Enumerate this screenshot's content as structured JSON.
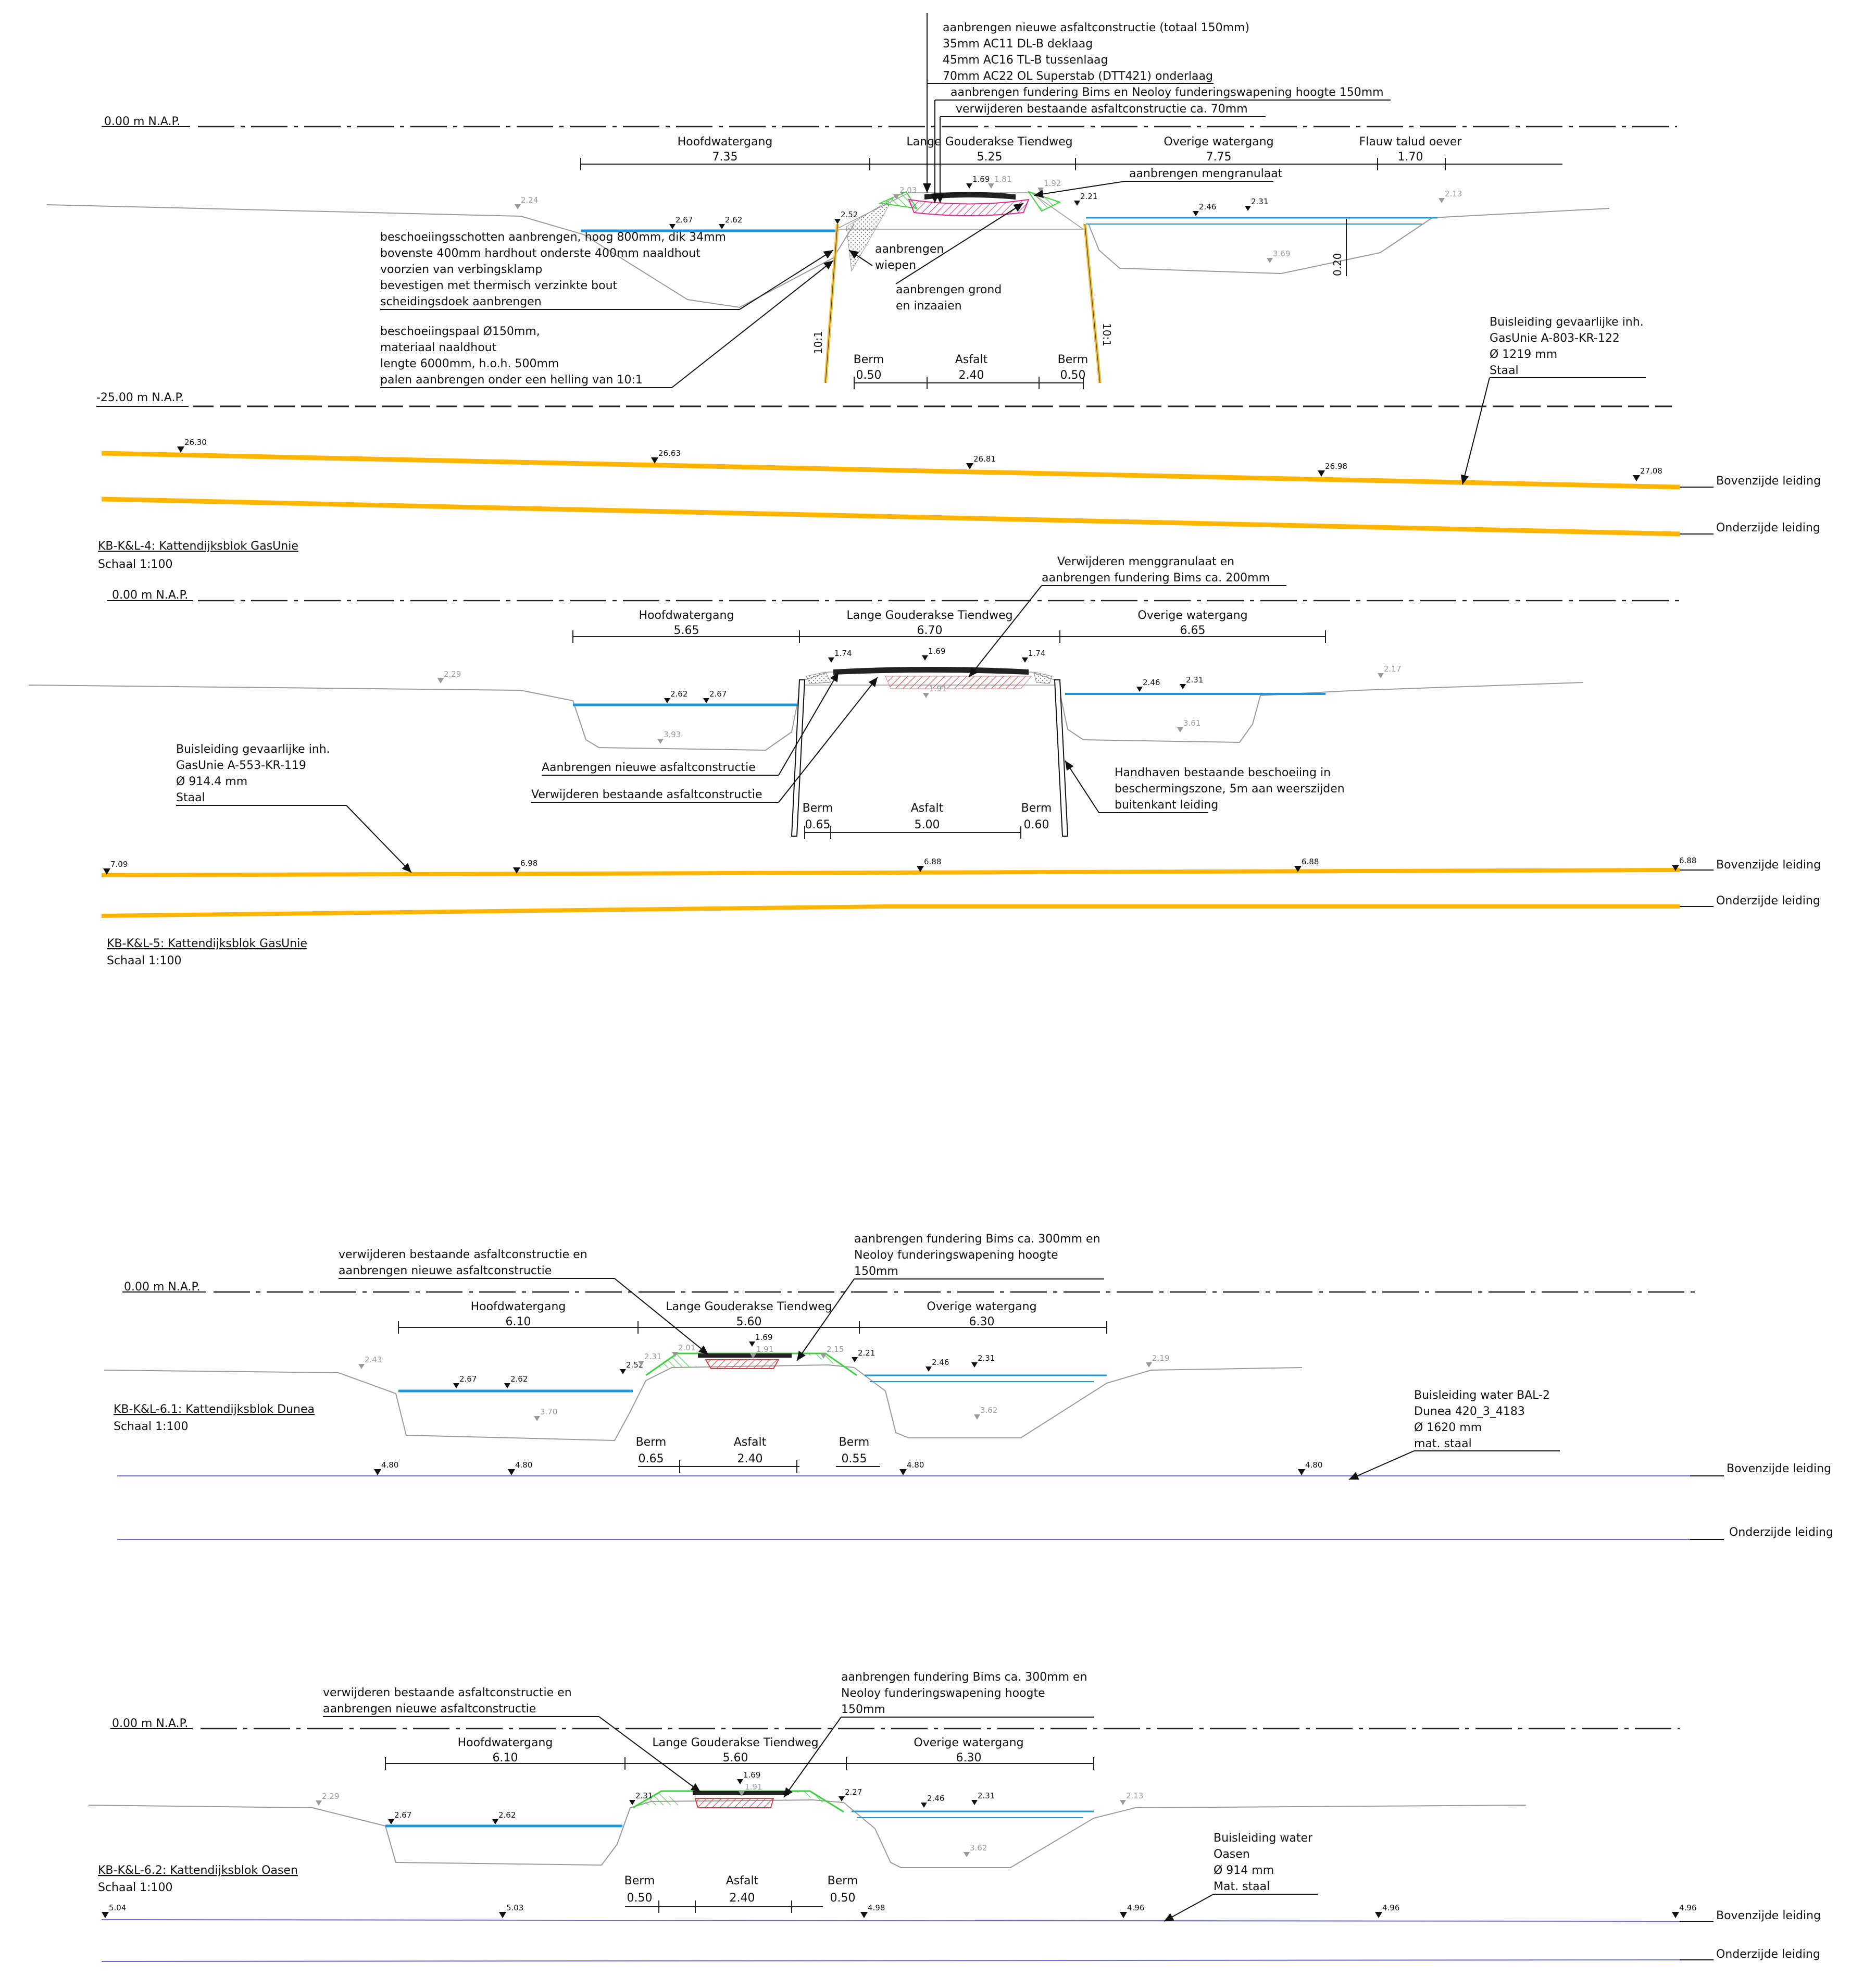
{
  "colors": {
    "pipe_gas": "#ffb400",
    "pipe_water": "#6b6bd8",
    "water": "#1e96dc",
    "asphalt": "#222222",
    "foundation": "#e0298e",
    "removed": "#d24040",
    "grass": "#3cd23c",
    "pile": "#f0c040",
    "ground": "#9a9a9a"
  },
  "sections": [
    {
      "title": "KB-K&L-4: Kattendijksblok GasUnie",
      "scale": "Schaal 1:100",
      "nap_zero": "0.00 m N.A.P.",
      "nap_deep": "-25.00 m N.A.P.",
      "widths": [
        {
          "label": "Hoofdwatergang",
          "value": "7.35"
        },
        {
          "label": "Lange Gouderakse Tiendweg",
          "value": "5.25"
        },
        {
          "label": "Overige watergang",
          "value": "7.75"
        },
        {
          "label": "Flauw talud oever",
          "value": "1.70"
        }
      ],
      "lower_dims": [
        {
          "label": "Berm",
          "value": "0.50"
        },
        {
          "label": "Asfalt",
          "value": "2.40"
        },
        {
          "label": "Berm",
          "value": "0.50"
        }
      ],
      "levels": [
        "2.24",
        "2.67",
        "2.62",
        "2.52",
        "2.03",
        "1.69",
        "1.81",
        "1.92",
        "2.21",
        "2.46",
        "2.31",
        "2.13",
        "3.69"
      ],
      "depth_label": "0.20",
      "slope_left": "10:1",
      "slope_right": "10:1",
      "notes": [
        [
          "aanbrengen nieuwe asfaltconstructie  (totaal 150mm)",
          "35mm AC11 DL-B deklaag",
          "45mm AC16 TL-B tussenlaag",
          "70mm AC22 OL Superstab (DTT421) onderlaag"
        ],
        [
          "aanbrengen fundering Bims en Neoloy funderingswapening hoogte 150mm"
        ],
        [
          "verwijderen bestaande asfaltconstructie ca. 70mm"
        ],
        [
          "aanbrengen mengranulaat"
        ],
        [
          "beschoeiingsschotten aanbrengen, hoog 800mm, dik 34mm",
          "bovenste 400mm hardhout onderste 400mm naaldhout",
          "voorzien van verbingsklamp",
          "bevestigen met thermisch verzinkte bout",
          "scheidingsdoek aanbrengen"
        ],
        [
          "aanbrengen",
          "wiepen"
        ],
        [
          "aanbrengen grond",
          "en inzaaien"
        ],
        [
          "beschoeiingspaal Ø150mm,",
          "materiaal naaldhout",
          "lengte 6000mm, h.o.h. 500mm",
          "palen aanbrengen onder een helling van 10:1"
        ]
      ],
      "pipe": {
        "lines": [
          "Buisleiding gevaarlijke inh.",
          "GasUnie A-803-KR-122",
          "Ø 1219 mm",
          "Staal"
        ],
        "levels": [
          "26.30",
          "26.63",
          "26.81",
          "26.98",
          "27.08"
        ],
        "top_label": "Bovenzijde leiding",
        "bottom_label": "Onderzijde leiding"
      }
    },
    {
      "title": "KB-K&L-5: Kattendijksblok GasUnie",
      "scale": "Schaal 1:100",
      "nap_zero": "0.00 m N.A.P.",
      "widths": [
        {
          "label": "Hoofdwatergang",
          "value": "5.65"
        },
        {
          "label": "Lange Gouderakse Tiendweg",
          "value": "6.70"
        },
        {
          "label": "Overige watergang",
          "value": "6.65"
        }
      ],
      "lower_dims": [
        {
          "label": "Berm",
          "value": "0.65"
        },
        {
          "label": "Asfalt",
          "value": "5.00"
        },
        {
          "label": "Berm",
          "value": "0.60"
        }
      ],
      "levels": [
        "2.29",
        "2.62",
        "2.67",
        "1.74",
        "1.69",
        "1.74",
        "1.91",
        "2.46",
        "2.31",
        "2.17",
        "3.93",
        "3.61"
      ],
      "notes": [
        [
          "Verwijderen menggranulaat en",
          "aanbrengen fundering Bims ca. 200mm"
        ],
        [
          "Aanbrengen nieuwe asfaltconstructie"
        ],
        [
          "Verwijderen bestaande asfaltconstructie"
        ],
        [
          "Handhaven bestaande beschoeiing in",
          "beschermingszone, 5m aan weerszijden",
          "buitenkant leiding"
        ]
      ],
      "pipe": {
        "lines": [
          "Buisleiding gevaarlijke inh.",
          "GasUnie A-553-KR-119",
          "Ø 914.4 mm",
          "Staal"
        ],
        "levels": [
          "7.09",
          "6.98",
          "6.88",
          "6.88",
          "6.88"
        ],
        "top_label": "Bovenzijde leiding",
        "bottom_label": "Onderzijde leiding"
      }
    },
    {
      "title": "KB-K&L-6.1: Kattendijksblok Dunea",
      "scale": "Schaal 1:100",
      "nap_zero": "0.00 m N.A.P.",
      "widths": [
        {
          "label": "Hoofdwatergang",
          "value": "6.10"
        },
        {
          "label": "Lange Gouderakse Tiendweg",
          "value": "5.60"
        },
        {
          "label": "Overige watergang",
          "value": "6.30"
        }
      ],
      "lower_dims": [
        {
          "label": "Berm",
          "value": "0.65"
        },
        {
          "label": "Asfalt",
          "value": "2.40"
        },
        {
          "label": "Berm",
          "value": "0.55"
        }
      ],
      "levels": [
        "2.43",
        "2.67",
        "2.62",
        "2.52",
        "2.31",
        "2.01",
        "1.69",
        "1.91",
        "2.15",
        "2.21",
        "2.46",
        "2.31",
        "2.19",
        "3.70",
        "3.62"
      ],
      "notes": [
        [
          "verwijderen bestaande asfaltconstructie en",
          "aanbrengen nieuwe asfaltconstructie"
        ],
        [
          "aanbrengen fundering Bims ca. 300mm en",
          "Neoloy funderingswapening hoogte",
          "150mm"
        ]
      ],
      "pipe": {
        "lines": [
          "Buisleiding water BAL-2",
          "Dunea 420_3_4183",
          "Ø 1620 mm",
          "mat. staal"
        ],
        "levels": [
          "4.80",
          "4.80",
          "4.80",
          "4.80"
        ],
        "top_label": "Bovenzijde leiding",
        "bottom_label": "Onderzijde leiding"
      }
    },
    {
      "title": "KB-K&L-6.2: Kattendijksblok Oasen",
      "scale": "Schaal 1:100",
      "nap_zero": "0.00 m N.A.P.",
      "widths": [
        {
          "label": "Hoofdwatergang",
          "value": "6.10"
        },
        {
          "label": "Lange Gouderakse Tiendweg",
          "value": "5.60"
        },
        {
          "label": "Overige watergang",
          "value": "6.30"
        }
      ],
      "lower_dims": [
        {
          "label": "Berm",
          "value": "0.50"
        },
        {
          "label": "Asfalt",
          "value": "2.40"
        },
        {
          "label": "Berm",
          "value": "0.50"
        }
      ],
      "levels": [
        "2.29",
        "2.67",
        "2.62",
        "2.31",
        "1.69",
        "1.91",
        "2.27",
        "2.46",
        "2.31",
        "2.13",
        "3.62"
      ],
      "notes": [
        [
          "verwijderen bestaande asfaltconstructie en",
          "aanbrengen nieuwe asfaltconstructie"
        ],
        [
          "aanbrengen fundering Bims ca. 300mm en",
          "Neoloy funderingswapening hoogte",
          "150mm"
        ]
      ],
      "pipe": {
        "lines": [
          "Buisleiding water",
          "Oasen",
          "Ø 914 mm",
          "Mat. staal"
        ],
        "levels": [
          "5.04",
          "5.03",
          "4.98",
          "4.96",
          "4.96",
          "4.96"
        ],
        "top_label": "Bovenzijde leiding",
        "bottom_label": "Onderzijde leiding"
      }
    }
  ]
}
